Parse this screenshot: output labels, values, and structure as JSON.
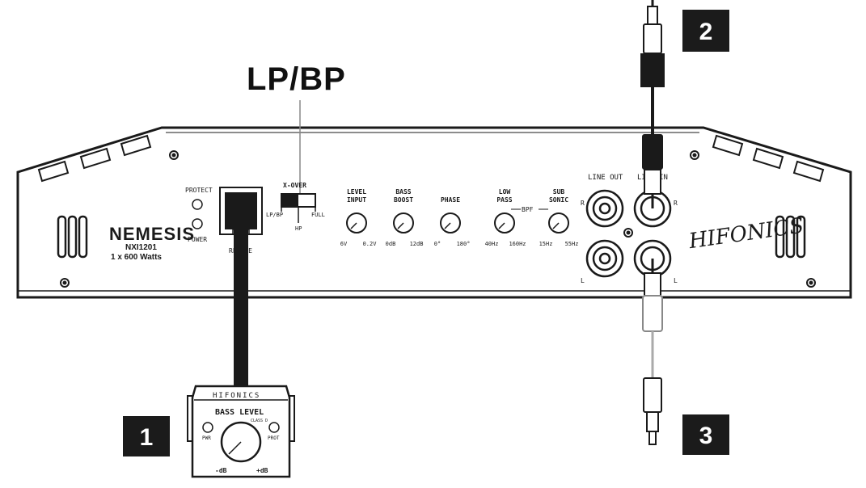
{
  "setting_label": "LP/BP",
  "callouts": [
    "1",
    "2",
    "3"
  ],
  "amplifier": {
    "brand_model": "NEMESIS",
    "model_number": "NXI1201",
    "rating": "1 x 600 Watts",
    "indicators": [
      "PROTECT",
      "POWER"
    ],
    "remote_label": "REMOTE",
    "xover": {
      "title": "X-OVER",
      "options": [
        "LP/BP",
        "HP",
        "FULL"
      ]
    },
    "knobs": [
      {
        "title": [
          "LEVEL",
          "INPUT"
        ],
        "min": "6V",
        "max": "0.2V"
      },
      {
        "title": [
          "BASS",
          "BOOST"
        ],
        "min": "0dB",
        "max": "12dB"
      },
      {
        "title": [
          "PHASE"
        ],
        "min": "0°",
        "max": "180°"
      },
      {
        "title": [
          "LOW",
          "PASS"
        ],
        "min": "40Hz",
        "max": "160Hz"
      },
      {
        "title": [
          "SUB",
          "SONIC"
        ],
        "min": "15Hz",
        "max": "55Hz"
      }
    ],
    "bpf_label": "BPF",
    "line_out_label": "LINE OUT",
    "line_in_label": "LINE IN",
    "channel_right": "R",
    "channel_left": "L",
    "logo": "HIFONICS"
  },
  "remote_module": {
    "brand": "HIFONICS",
    "title": "BASS LEVEL",
    "subtitle": "CLASS D",
    "left_led": "PWR",
    "right_led": "PROT",
    "min": "-dB",
    "max": "+dB"
  },
  "colors": {
    "ink": "#1a1a1a",
    "badge": "#1b1b1b",
    "panel": "#ffffff",
    "cable": "#1a1a1a"
  }
}
